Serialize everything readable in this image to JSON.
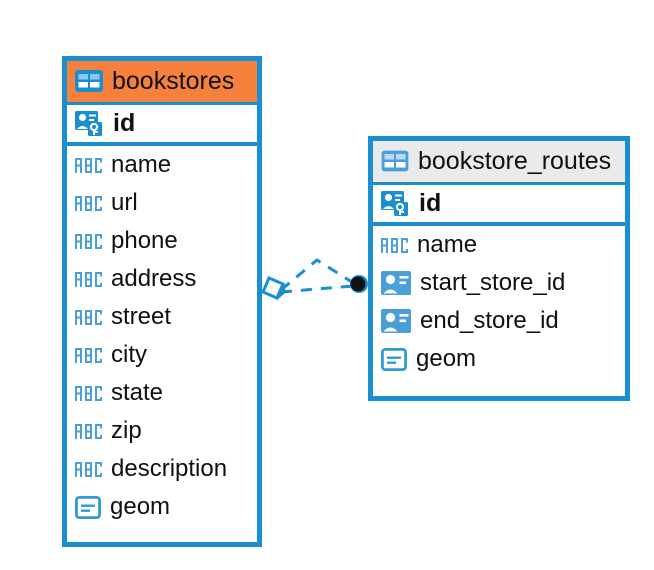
{
  "diagram": {
    "type": "entity-relationship-diagram",
    "background_color": "#ffffff",
    "accent_color": "#1a8fd0",
    "entities": [
      {
        "name": "bookstores",
        "header_color": "#f5813c",
        "title_icon": "table-icon",
        "primary_key": {
          "label": "id",
          "icon": "primary-key-icon"
        },
        "fields": [
          {
            "label": "name",
            "icon": "text-field-icon"
          },
          {
            "label": "url",
            "icon": "text-field-icon"
          },
          {
            "label": "phone",
            "icon": "text-field-icon"
          },
          {
            "label": "address",
            "icon": "text-field-icon"
          },
          {
            "label": "street",
            "icon": "text-field-icon"
          },
          {
            "label": "city",
            "icon": "text-field-icon"
          },
          {
            "label": "state",
            "icon": "text-field-icon"
          },
          {
            "label": "zip",
            "icon": "text-field-icon"
          },
          {
            "label": "description",
            "icon": "text-field-icon"
          },
          {
            "label": "geom",
            "icon": "geometry-field-icon"
          }
        ]
      },
      {
        "name": "bookstore_routes",
        "header_color": "#eaeaea",
        "title_icon": "table-icon",
        "primary_key": {
          "label": "id",
          "icon": "primary-key-icon"
        },
        "fields": [
          {
            "label": "name",
            "icon": "text-field-icon"
          },
          {
            "label": "start_store_id",
            "icon": "foreign-key-icon"
          },
          {
            "label": "end_store_id",
            "icon": "foreign-key-icon"
          },
          {
            "label": "geom",
            "icon": "geometry-field-icon"
          }
        ]
      }
    ],
    "relationship": {
      "from_entity": "bookstores",
      "to_entity": "bookstore_routes",
      "line_style": "dashed",
      "line_color": "#1a8fd0",
      "source_marker": "diamond-marker",
      "target_marker": "filled-circle-marker"
    }
  }
}
